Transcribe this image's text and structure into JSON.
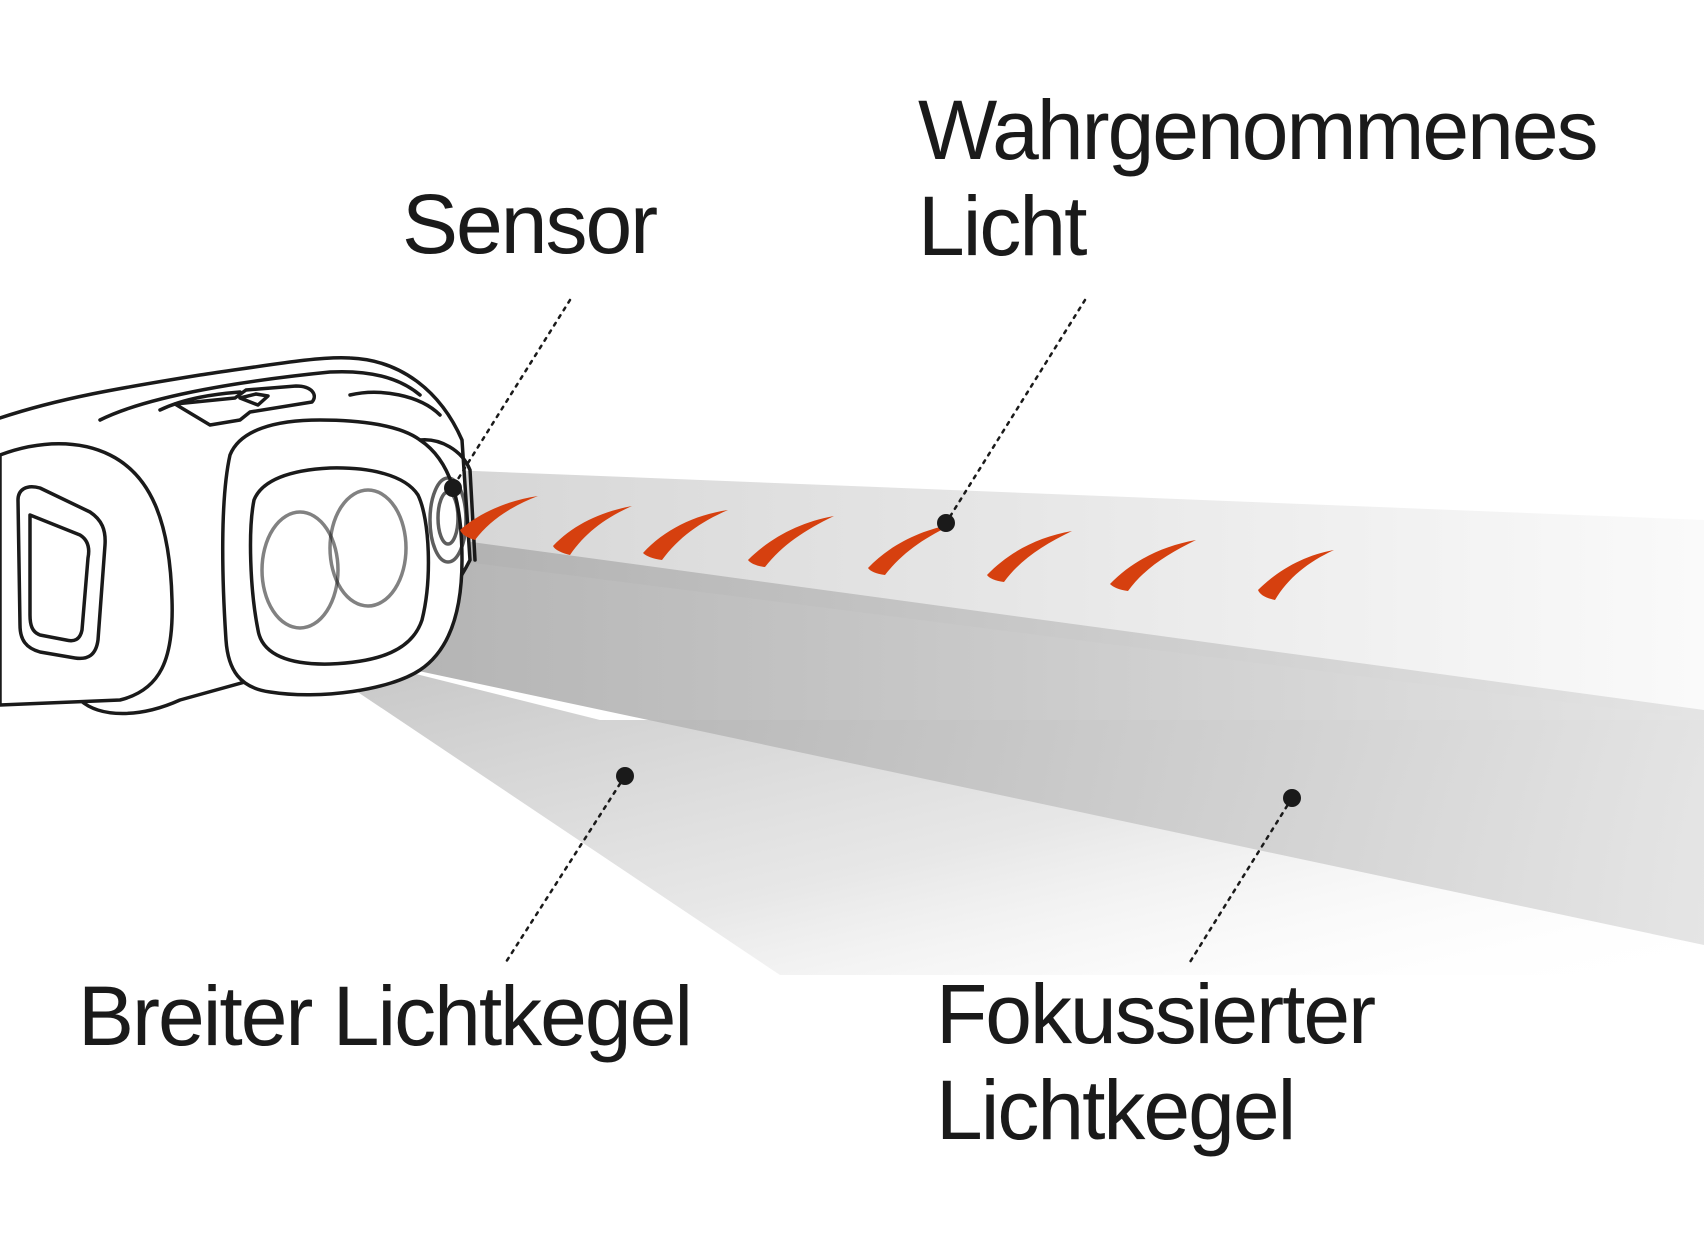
{
  "labels": {
    "sensor": "Sensor",
    "perceived_light": [
      "Wahrgenommenes",
      "Licht"
    ],
    "wide_beam": "Breiter Lichtkegel",
    "focused_beam": [
      "Fokussierter",
      "Lichtkegel"
    ]
  },
  "colors": {
    "light_marks": "#d6400f",
    "outline": "#1a1a1a",
    "beam_dark": "#9a9a9a",
    "beam_light": "#e6e6e6"
  },
  "icons": {
    "headlamp": "headlamp-illustration",
    "reflected_light": "crescent-light-marks"
  }
}
